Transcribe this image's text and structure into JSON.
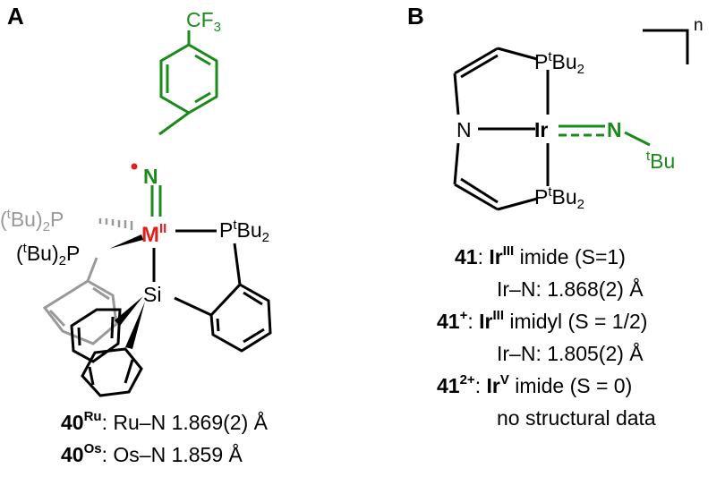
{
  "panels": {
    "a": "A",
    "b": "B"
  },
  "colors": {
    "green": "#1a8a1a",
    "red": "#e0201c",
    "gray": "#999999",
    "black": "#000000"
  },
  "left": {
    "cf3_text": "CF",
    "cf3_sub": "3",
    "nitrogen": "N",
    "metal": "M",
    "metal_ox": "II",
    "phos_gray_a": "(",
    "phos_gray_t": "t",
    "phos_gray_b": "Bu)",
    "phos_gray_2": "2",
    "phos_gray_p": "P",
    "phos_black_a": "(",
    "phos_black_t": "t",
    "phos_black_b": "Bu)",
    "phos_black_2": "2",
    "phos_black_p": "P",
    "phos_right_p": "P",
    "phos_right_t": "t",
    "phos_right_bu": "Bu",
    "phos_right_2": "2",
    "silicon": "Si",
    "cap1_num": "40",
    "cap1_sup": "Ru",
    "cap1_rest": ": Ru–N 1.869(2) Å",
    "cap2_num": "40",
    "cap2_sup": "Os",
    "cap2_rest": ": Os–N 1.859 Å"
  },
  "right": {
    "bracket_n": "n",
    "top_p": "P",
    "top_t": "t",
    "top_bu": "Bu",
    "top_2": "2",
    "bot_p": "P",
    "bot_t": "t",
    "bot_bu": "Bu",
    "bot_2": "2",
    "amide_n": "N",
    "ir": "Ir",
    "imide_n": "N",
    "tbu_t": "t",
    "tbu_bu": "Bu",
    "l1_num": "41",
    "l1_ir": "Ir",
    "l1_ox": "III",
    "l1_rest": " imide (S=1)",
    "l2": "Ir–N: 1.868(2) Å",
    "l3_num": "41",
    "l3_sup": "+",
    "l3_ir": "Ir",
    "l3_ox": "III",
    "l3_rest": " imidyl (S = 1/2)",
    "l4": "Ir–N: 1.805(2) Å",
    "l5_num": "41",
    "l5_sup": "2+",
    "l5_ir": "Ir",
    "l5_ox": "V",
    "l5_rest": " imide (S = 0)",
    "l6": "no structural data"
  }
}
